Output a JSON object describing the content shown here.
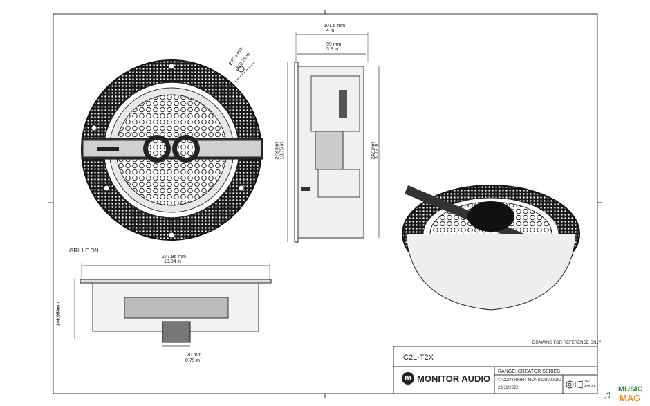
{
  "front_view": {
    "dia_mm": "Ø273 mm",
    "dia_in": "Ø10.75 in"
  },
  "side_view": {
    "depth_total_mm": "101.5 mm",
    "depth_total_in": "4 in",
    "depth_mm": "99 mm",
    "depth_in": "3.9 in",
    "height_outer_mm": "273 mm",
    "height_outer_in": "10.75 in",
    "height_inner_mm": "247 mm",
    "height_inner_in": "9.72 in"
  },
  "grille_view": {
    "label": "GRILLE ON",
    "width_mm": "277.96 mm",
    "width_in": "10.94 in",
    "height_mm": "103.95 mm",
    "height_in": "4.09 in",
    "lip_mm": "20 mm",
    "lip_in": "0.79 in"
  },
  "title_block": {
    "reference_note": "DRAWING FOR REFERENCE ONLY",
    "model": "C2L-T2X",
    "brand": "MONITOR AUDIO",
    "range": "RANGE: CREATOR SERIES",
    "copyright": "© COPYRIGHT MONITOR AUDIO",
    "date": "23/11/2022",
    "angle_line1": "3RD",
    "angle_line2": "ANGLE"
  },
  "watermark": {
    "line1": "MUSIC",
    "line2": "MAG"
  },
  "colors": {
    "line": "#333333",
    "dark": "#222222",
    "bg": "#ffffff",
    "watermark_green": "#2e8b3a",
    "watermark_orange": "#f08a1c"
  }
}
